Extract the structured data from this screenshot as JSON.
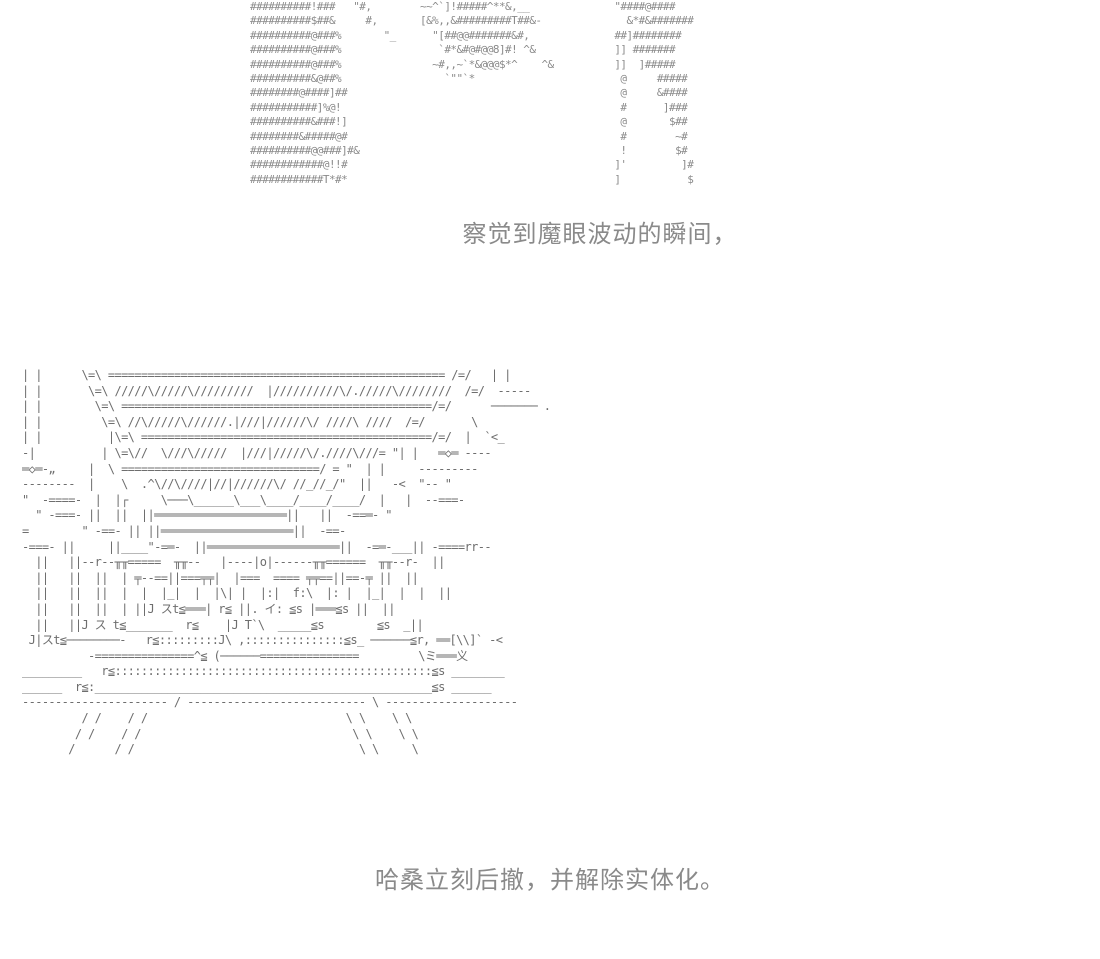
{
  "captions": {
    "first": "察觉到魔眼波动的瞬间，",
    "second": "哈桑立刻后撤，并解除实体化。"
  },
  "art": {
    "top_panel": "##########!###   \"#,        ~~^`]!#####^**&,__              \"####@####\n##########$##&     #,       [&%,,&#########T##&-              &*#&#######\n##########@###%       \"_      \"[##@@#######&#,              ##]########\n##########@###%                `#*&#@#@@8]#! ^&             ]] #######\n##########@###%               ~#,,~`*&@@@$*^    ^&          ]]  ]#####\n##########&@##%                 `\"\"`*                        @     #####\n########@####]##                                             @     &####\n###########]%@!                                              #      ]###\n##########&###!]                                             @       $##\n########&#####@#                                             #        ~#\n##########@@###]#&                                           !        $#\n############@!!#                                            ]'         ]#\n############T*#*                                            ]           $",
    "bottom_panel": "| |      \\=\\ =================================================== /=/   | |\n| |       \\=\\ /////\\/////\\/////////  |//////////\\/./////\\////////  /=/  -‑‑--\n| |        \\=\\ ===============================================/=/      ─────── .\n| |         \\=\\ //\\/////\\//////.|///|//////\\/ ////\\ ////  /=/       \\\n| |          |\\=\\ ============================================/=/  |  `<_\n-|          | \\=\\//  \\///\\/////  |///|/////\\/.////\\///= \"| |   ═◇═ ----\n═◇═-„     |  \\ ==============================/ = \"  | |     ---------\n--------  |    \\  .^\\//\\////|//|//////\\/ //_//_/\"  ||   -<  \"-- \"\n\"  -====-  |  |┌     \\───\\______\\___\\____/____/____/  |   |  --===-\n  \" -===- ||  ||  ||════════════════════||   ||  -==═- \"\n=        \" -==- || ||════════════════════||  -==-\n-===- ||     ||____\"-=═-  ||════════════════════||  -=═-___|| -====rr--\n  ||   ||--r--╥╥=====  ╥╥--   |----|o|------╥╥======  ╥╥--r-  ||\n  ||   ||  ||  | ╤--==||===╤╤|  |===  ==== ╤╤==||==-╤ ||  ||\n  ||   ||  ||  |  |  |_|  |  |\\| |  |:|  f:\\  |: |  |_|  |  |  ||\n  ||   ||  ||  | ||J スt≦═══| r≦ ||. イ: ≦s |═══≦s ||  ||\n  ||   ||J ス t≦_______  r≦    |J T`\\  _____≦s        ≦s  _||\n J|スt≦────────-   r≦:::::::::J\\ ,:::::::::::::::≦s_ ──────≦r, ══[\\\\]` -<\n          -===============^≦ (──────===============         \\ミ═══义\n_________   r≦::::::::::::::::::::::::::::::::::::::::::::::::≦s ________\n______  r≦:___________________________________________________≦s ______\n---------------------- / --------------------------- \\ --------------------\n         / /    / /                              \\ \\    \\ \\\n        / /    / /                                \\ \\    \\ \\\n       /      / /                                  \\ \\     \\"
  }
}
